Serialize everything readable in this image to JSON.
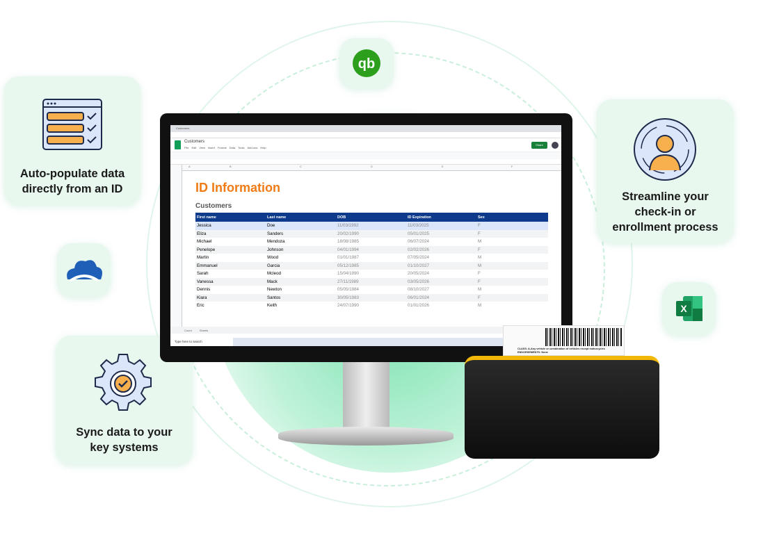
{
  "features": {
    "autopopulate": "Auto-populate data directly from an ID",
    "autopopulate_lines": [
      "Auto-populate data",
      "directly from an ID"
    ],
    "sync_lines": [
      "Sync data to your",
      "key systems"
    ],
    "streamline_lines": [
      "Streamline your",
      "check-in or",
      "enrollment process"
    ]
  },
  "integrations": [
    "quickbooks-icon",
    "cloud-icon",
    "excel-icon"
  ],
  "spreadsheet": {
    "doc_title": "Customers",
    "menu": [
      "File",
      "Edit",
      "View",
      "Insert",
      "Format",
      "Data",
      "Tools",
      "Add-ons",
      "Help"
    ],
    "share_label": "Share",
    "heading": "ID Information",
    "subheading": "Customers",
    "columns": [
      "A",
      "B",
      "C",
      "D",
      "E",
      "F"
    ],
    "headers": [
      "First name",
      "Last name",
      "DOB",
      "ID Expiration",
      "Sex"
    ],
    "rows": [
      [
        "Jessica",
        "Doe",
        "11/03/1992",
        "11/03/2025",
        "F"
      ],
      [
        "Eliza",
        "Sanders",
        "20/02/1990",
        "05/01/2025",
        "F"
      ],
      [
        "Michael",
        "Mendoza",
        "18/08/1985",
        "06/07/2024",
        "M"
      ],
      [
        "Penelope",
        "Johnson",
        "04/01/1994",
        "02/02/2026",
        "F"
      ],
      [
        "Martin",
        "Wood",
        "01/01/1987",
        "07/05/2024",
        "M"
      ],
      [
        "Emmanuel",
        "Garcia",
        "05/12/1985",
        "01/10/2027",
        "M"
      ],
      [
        "Sarah",
        "Mcleod",
        "15/04/1990",
        "20/05/2024",
        "F"
      ],
      [
        "Vanessa",
        "Mack",
        "27/11/1989",
        "03/05/2026",
        "F"
      ],
      [
        "Dennis",
        "Newton",
        "05/05/1984",
        "08/10/2027",
        "M"
      ],
      [
        "Kiara",
        "Santos",
        "30/05/1983",
        "06/01/2024",
        "F"
      ],
      [
        "Eric",
        "Keith",
        "24/07/1990",
        "01/01/2026",
        "M"
      ]
    ],
    "sheet_tabs": [
      "Count",
      "Sheets"
    ],
    "search_placeholder": "Type here to search"
  },
  "license": {
    "class_line": "CLASS: A-Any vehicle or combination of vehicles except motorcycles",
    "endorsements": "ENDORSEMENTS: None"
  },
  "colors": {
    "accent_green": "#2bb673",
    "heading_orange": "#f07b16",
    "table_header": "#0d3a8a",
    "card_bg": "#e8f8ef"
  }
}
